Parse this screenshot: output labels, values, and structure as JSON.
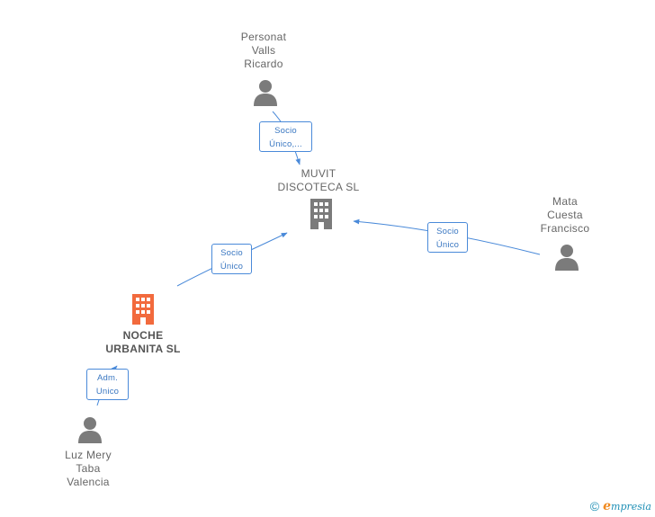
{
  "colors": {
    "edge": "#4a8ad9",
    "person": "#7b7b7b",
    "company_main": "#7b7b7b",
    "company_highlight": "#f26a3d"
  },
  "nodes": {
    "personat": {
      "lines": [
        "Personat",
        "Valls",
        "Ricardo"
      ],
      "icon": "person-icon"
    },
    "muvit": {
      "lines": [
        "MUVIT",
        "DISCOTECA SL"
      ],
      "icon": "building-icon"
    },
    "mata": {
      "lines": [
        "Mata",
        "Cuesta",
        "Francisco"
      ],
      "icon": "person-icon"
    },
    "noche": {
      "lines": [
        "NOCHE",
        "URBANITA SL"
      ],
      "icon": "building-icon"
    },
    "luz": {
      "lines": [
        "Luz Mery",
        "Taba",
        "Valencia"
      ],
      "icon": "person-icon"
    }
  },
  "edges": {
    "personat_muvit": {
      "lines": [
        "Socio",
        "Único,..."
      ]
    },
    "noche_muvit": {
      "lines": [
        "Socio",
        "Único"
      ]
    },
    "mata_muvit": {
      "lines": [
        "Socio",
        "Único"
      ]
    },
    "luz_noche": {
      "lines": [
        "Adm.",
        "Unico"
      ]
    }
  },
  "brand": {
    "copyright": "©",
    "initial": "e",
    "rest": "mpresia"
  }
}
